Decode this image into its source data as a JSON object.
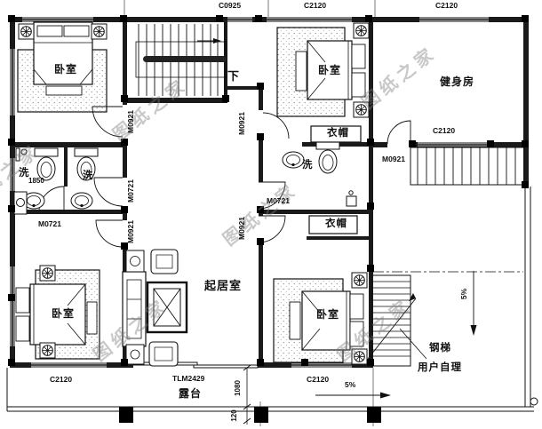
{
  "watermark": {
    "text": "图纸之家"
  },
  "rooms": {
    "bedroom": "卧室",
    "gym": "健身房",
    "living_room": "起居室",
    "closet": "衣帽",
    "wash": "洗",
    "terrace": "露台"
  },
  "openings": {
    "c0925": "C0925",
    "c2120": "C2120",
    "m0921": "M0921",
    "m0721": "M0721",
    "tlm2429": "TLM2429"
  },
  "dims": {
    "bath_width": "1850",
    "terrace_depth": "1080",
    "edge": "120"
  },
  "ann": {
    "down": "下",
    "slope": "5%",
    "steel_stair": "钢梯",
    "user_provided": "用户自理"
  }
}
